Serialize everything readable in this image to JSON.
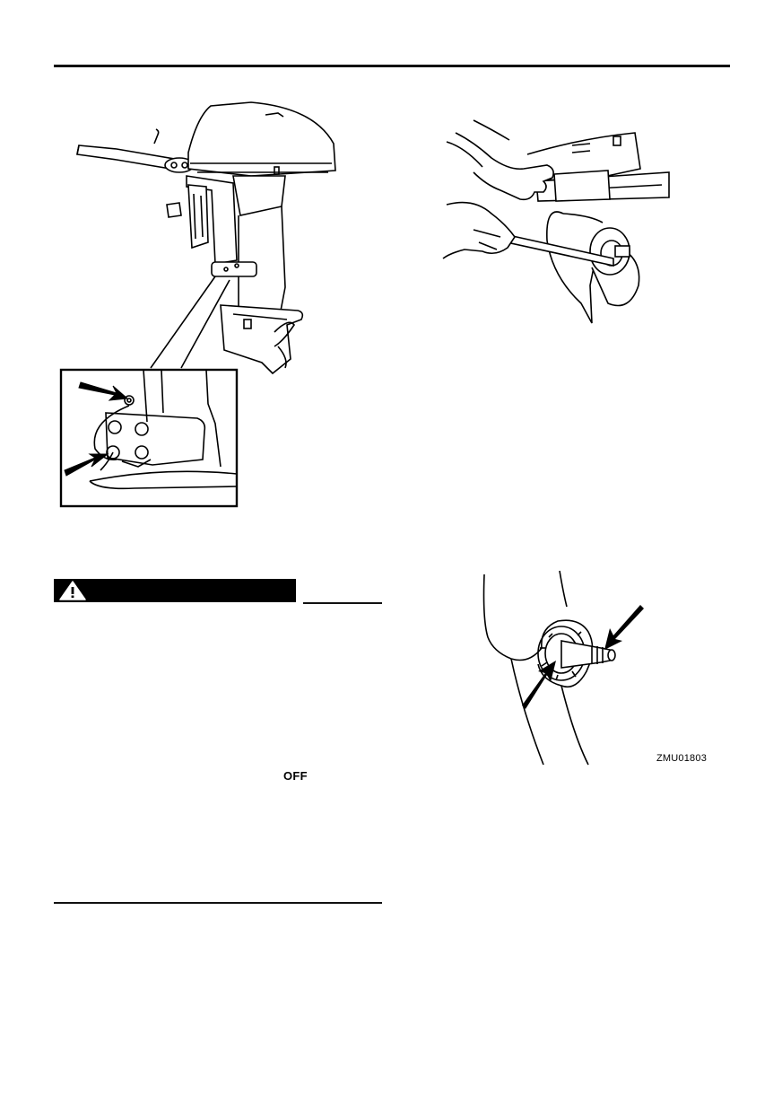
{
  "warning": {
    "icon": "warning-triangle-icon",
    "switch_state_label": "OFF"
  },
  "illustrations": {
    "outboard_motor": "outboard-motor-anode-illustration",
    "propeller_removal": "propeller-nut-removal-illustration",
    "propeller_shaft": "propeller-shaft-illustration",
    "figure_code": "ZMU01803"
  }
}
